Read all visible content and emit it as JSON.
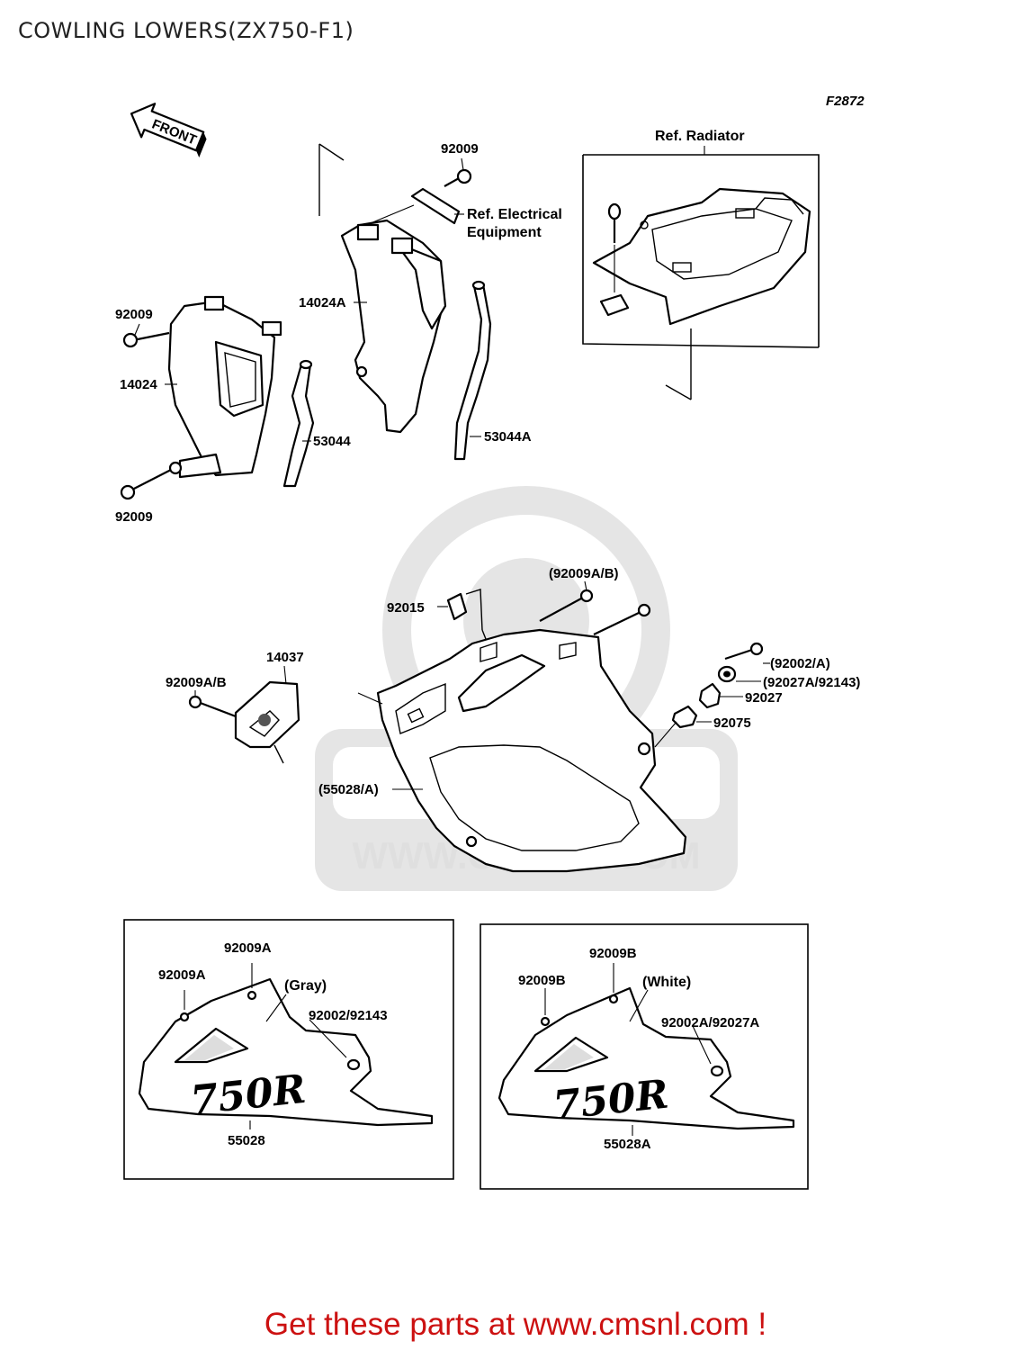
{
  "page_title": "COWLING LOWERS(ZX750-F1)",
  "figure_code": "F2872",
  "front_label": "FRONT",
  "watermark": "WWW.CMSNL.COM",
  "ref_labels": {
    "radiator": "Ref. Radiator",
    "electrical_1": "Ref. Electrical",
    "electrical_2": "Equipment"
  },
  "part_labels": {
    "p92009_top": "92009",
    "p92009_left": "92009",
    "p14024": "14024",
    "p92009_bottom": "92009",
    "p14024A": "14024A",
    "p53044": "53044",
    "p53044A": "53044A",
    "p92009AB_paren": "(92009A/B)",
    "p92015": "92015",
    "p14037": "14037",
    "p92009AB": "92009A/B",
    "p92002A": "(92002/A)",
    "p92027A_92143": "(92027A/92143)",
    "p92027": "92027",
    "p92075": "92075",
    "p55028A_paren": "(55028/A)"
  },
  "variant_left": {
    "label_a1": "92009A",
    "label_a2": "92009A",
    "color": "(Gray)",
    "fasteners": "92002/92143",
    "part": "55028",
    "decal": "750R"
  },
  "variant_right": {
    "label_b1": "92009B",
    "label_b2": "92009B",
    "color": "(White)",
    "fasteners": "92002A/92027A",
    "part": "55028A",
    "decal": "750R"
  },
  "footer": "Get these parts at www.cmsnl.com !"
}
